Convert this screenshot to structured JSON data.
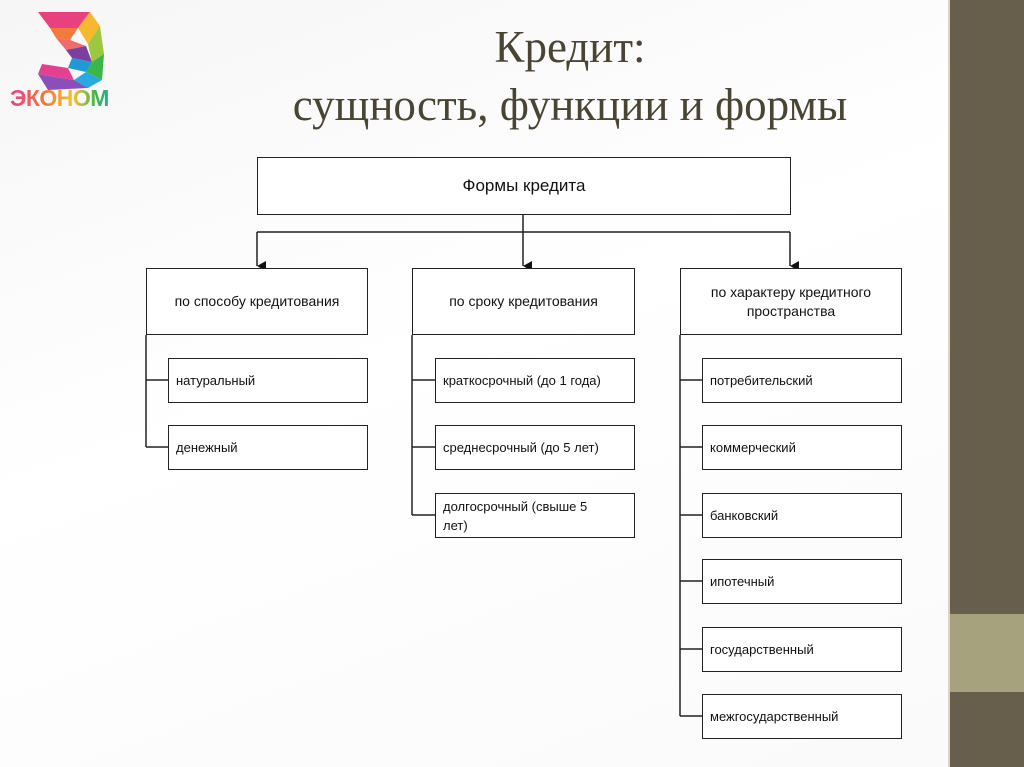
{
  "slide": {
    "title_line1": "Кредит:",
    "title_line2": "сущность, функции и формы",
    "logo_text": "ЭКОНОМ"
  },
  "diagram": {
    "root": "Формы кредита",
    "categories": [
      {
        "label": "по способу кредитования",
        "items": [
          "натуральный",
          "денежный"
        ]
      },
      {
        "label": "по сроку кредитования",
        "items": [
          "краткосрочный (до 1 года)",
          "среднесрочный (до 5 лет)",
          "долгосрочный (свыше 5 лет)"
        ]
      },
      {
        "label": "по характеру кредитного пространства",
        "items": [
          "потребительский",
          "коммерческий",
          "банковский",
          "ипотечный",
          "государственный",
          "межгосударственный"
        ]
      }
    ]
  },
  "colors": {
    "sidebar_dark": "#675f4b",
    "sidebar_light": "#a7a27e",
    "title": "#4a4533",
    "box_border": "#222222"
  }
}
